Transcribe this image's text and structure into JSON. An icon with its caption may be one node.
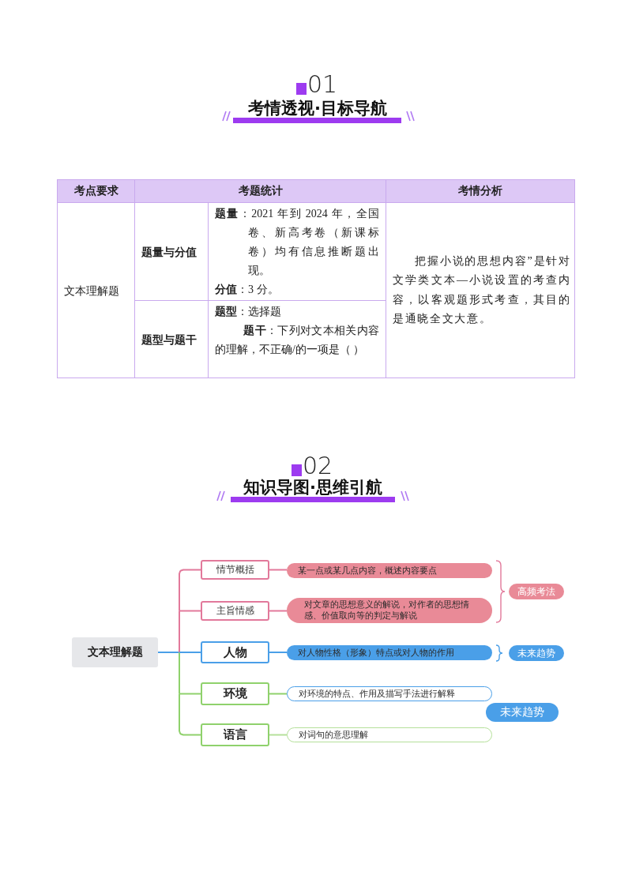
{
  "diagram": {
    "nodes": [
      {
        "text": [
          "文本理解题"
        ]
      },
      {
        "text": [
          "情节概括"
        ]
      },
      {
        "text": [
          "主旨情感"
        ]
      },
      {
        "text": [
          "人物"
        ]
      },
      {
        "text": [
          "环境"
        ]
      },
      {
        "text": [
          "语言"
        ]
      },
      {
        "text": [
          "某一点或某几点内容，概述内容要点"
        ]
      },
      {
        "text": [
          "对文章的思想意义的解说，对作者的思想情感、价值取向等的判定与解说"
        ]
      },
      {
        "text": [
          "对人物性格（形象）特点或对人物的作用"
        ]
      },
      {
        "text": [
          "对环境的特点、作用及描写手法进行解释"
        ]
      },
      {
        "text": [
          "对词句的意思理解"
        ]
      },
      {
        "text": [
          "高频考法"
        ]
      },
      {
        "text": [
          "未来趋势"
        ]
      },
      {
        "text": [
          "未来趋势"
        ]
      }
    ],
    "edges": [
      {
        "from": 0,
        "to": 1,
        "arrow": "none",
        "color": "#e2799b"
      },
      {
        "from": 0,
        "to": 2,
        "arrow": "none",
        "color": "#e2799b"
      },
      {
        "from": 0,
        "to": 3,
        "arrow": "none",
        "color": "#4a9fe8"
      },
      {
        "from": 0,
        "to": 4,
        "arrow": "none",
        "color": "#8fd16c"
      },
      {
        "from": 0,
        "to": 5,
        "arrow": "none",
        "color": "#8fd16c"
      },
      {
        "from": 1,
        "to": 6,
        "arrow": "none",
        "color": "#e2799b"
      },
      {
        "from": 2,
        "to": 7,
        "arrow": "none",
        "color": "#e2799b"
      },
      {
        "from": 3,
        "to": 8,
        "arrow": "none",
        "color": "#4a9fe8"
      },
      {
        "from": 4,
        "to": 9,
        "arrow": "none",
        "color": "#8fd16c"
      },
      {
        "from": 5,
        "to": 10,
        "arrow": "none",
        "color": "#b5e09a"
      }
    ],
    "labels": [
      "01",
      "考情透视·目标导航",
      "考点要求",
      "考题统计",
      "考情分析",
      "文本理解题",
      "题量与分值",
      "**题量**：2021 年到 2024 年，全国卷、新高考卷（新课标卷）均有信息推断题出现。",
      "**分值**：3 分。",
      "把握小说的思想内容”是针对文学类文本—小说设置的考查内容，以客观题形式考查，其目的是通晓全文大意。",
      "题型与题干",
      "**题型**：选择题",
      "**题干**：下列对文本相关内容的理解，不正确/的一项是（ ）",
      "02",
      "知识导图·思维引航"
    ]
  }
}
